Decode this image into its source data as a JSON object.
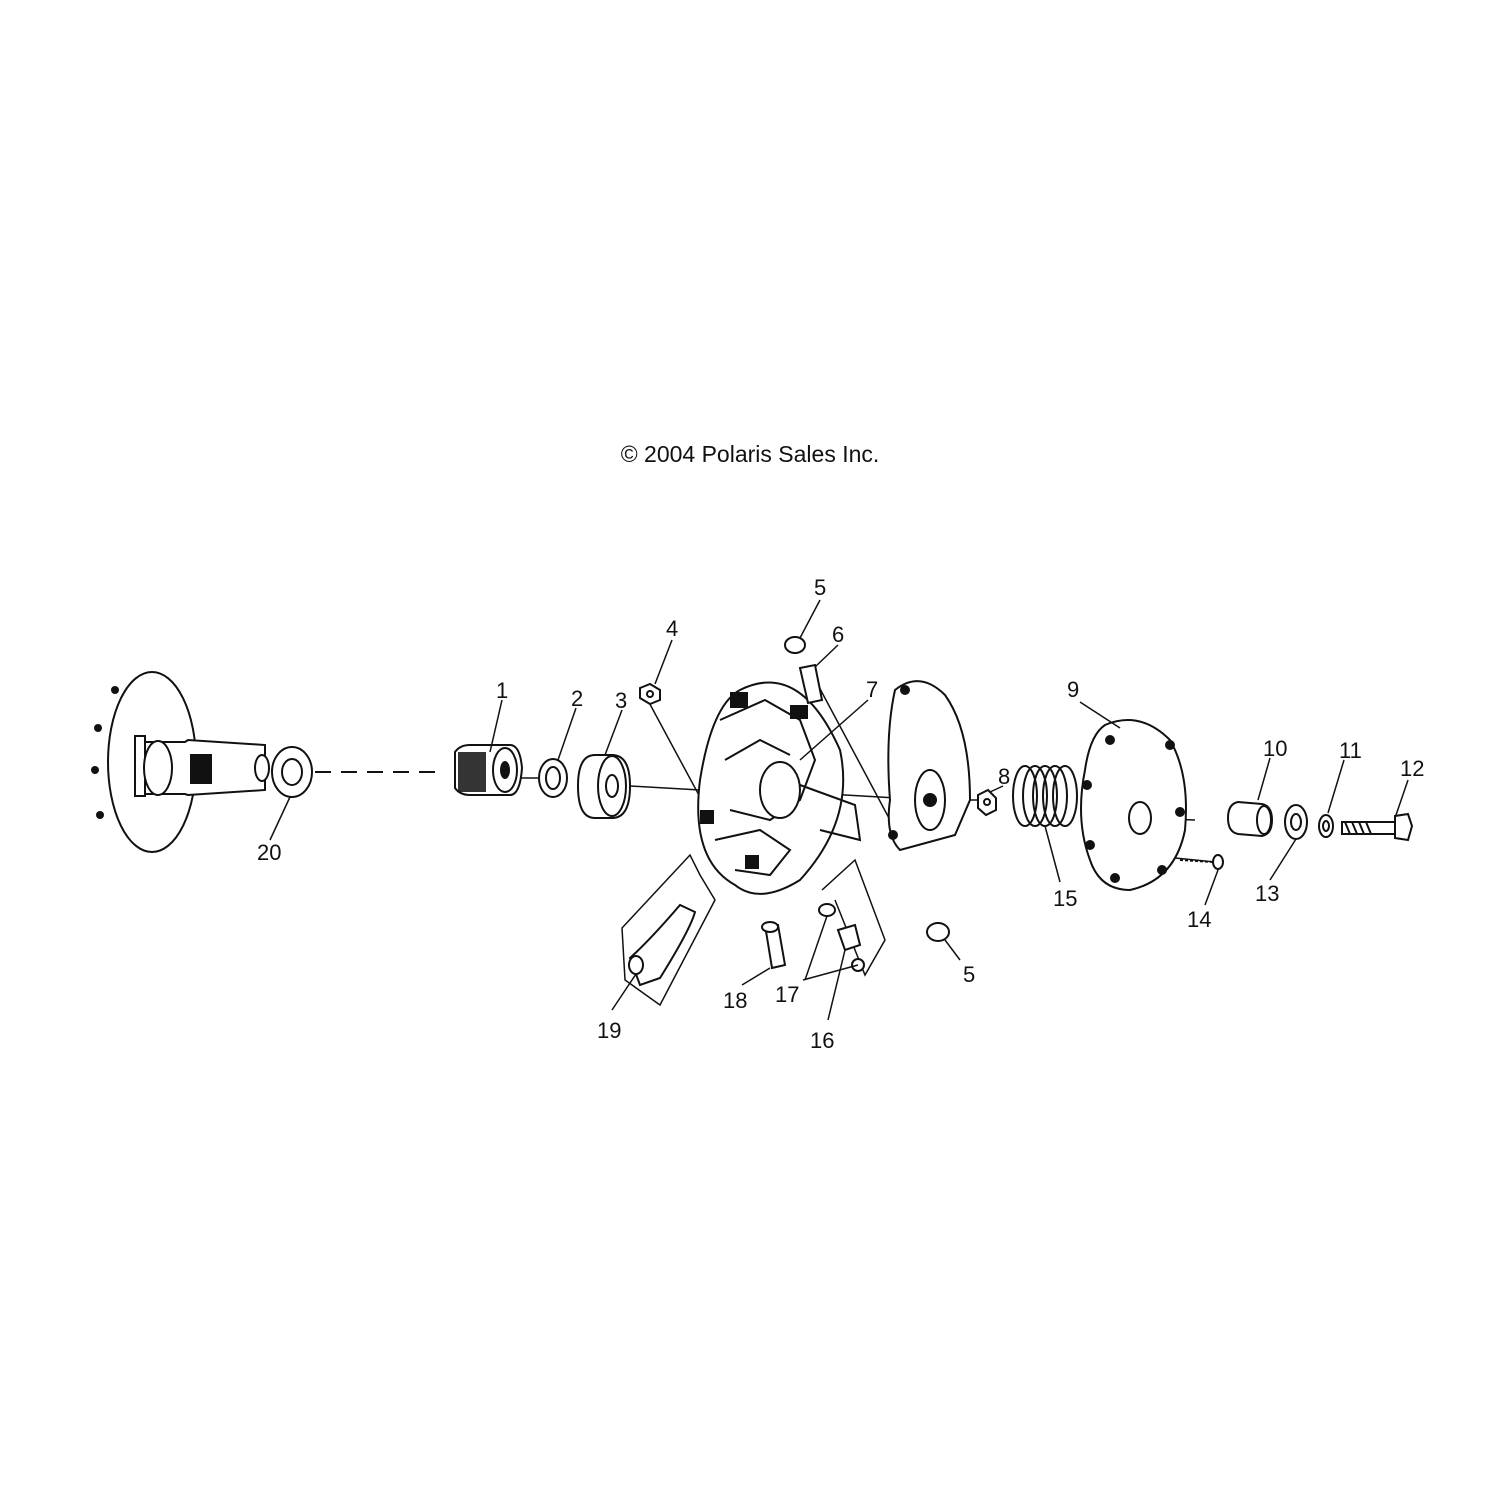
{
  "copyright": "© 2004 Polaris Sales Inc.",
  "callouts": [
    "1",
    "2",
    "3",
    "4",
    "5",
    "6",
    "7",
    "8",
    "9",
    "10",
    "11",
    "12",
    "13",
    "14",
    "15",
    "16",
    "17",
    "18",
    "19",
    "20",
    "5"
  ]
}
